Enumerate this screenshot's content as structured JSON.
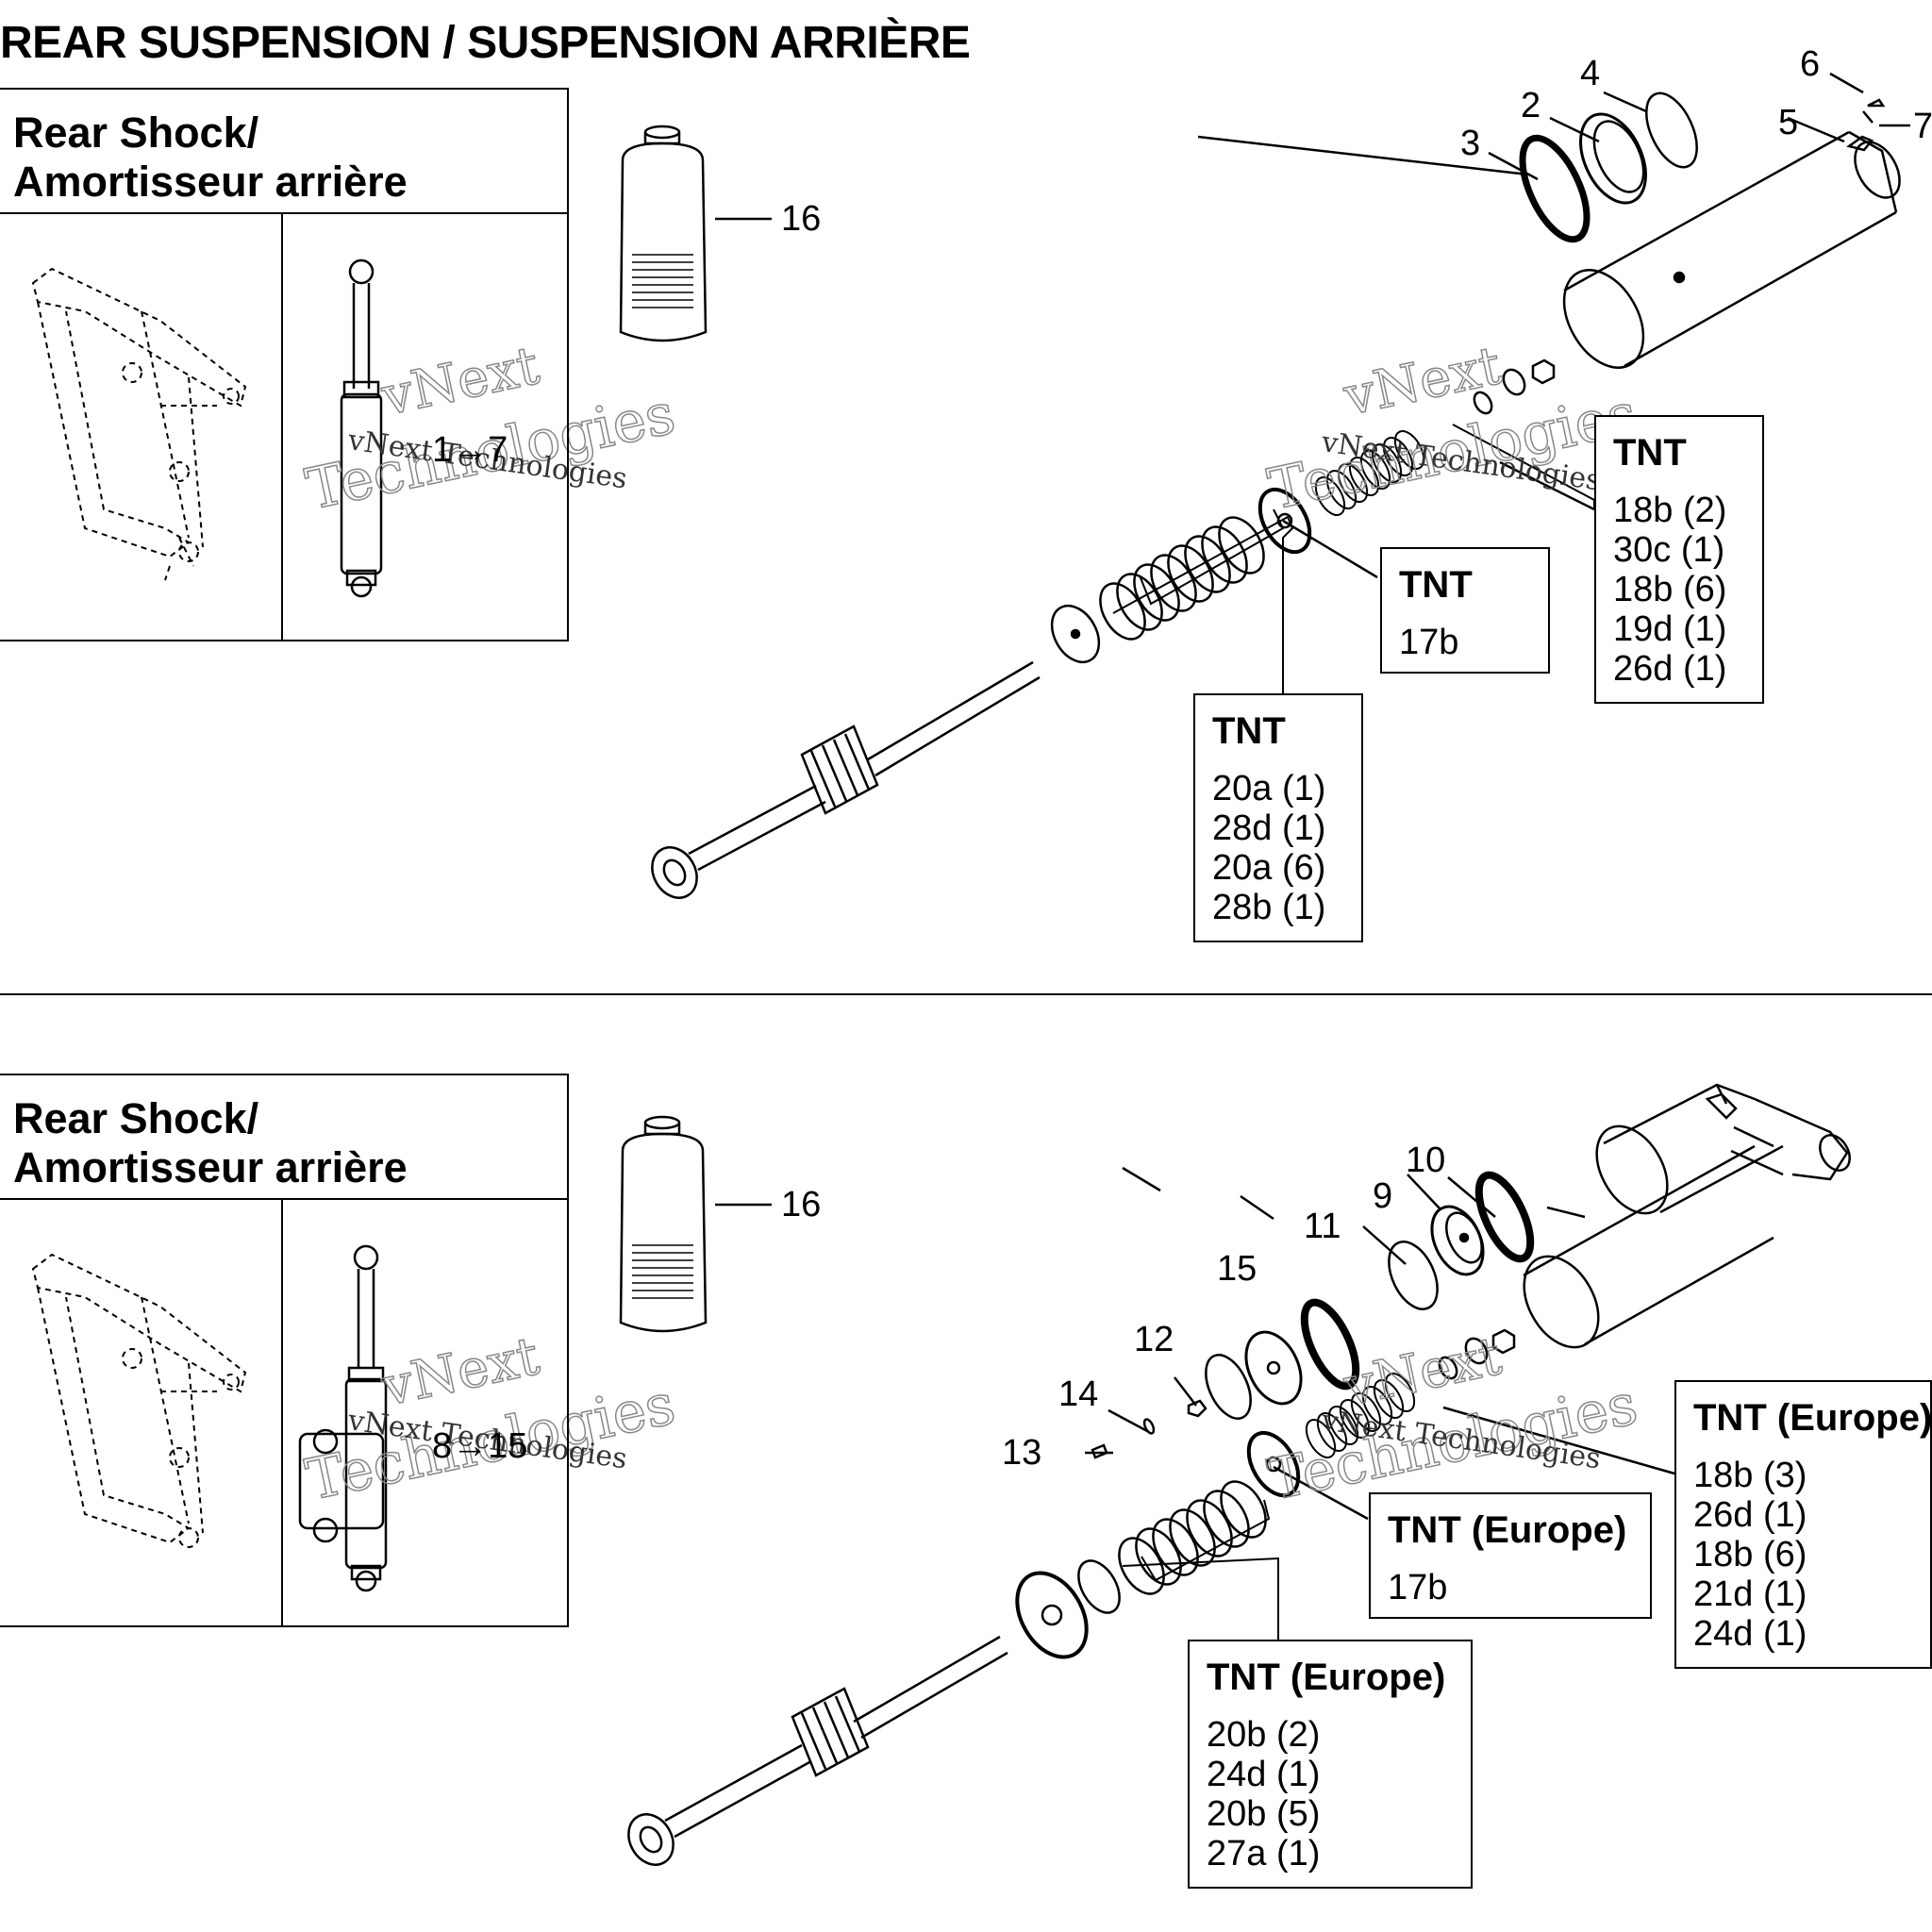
{
  "page_title": "REAR SUSPENSION / SUSPENSION ARRIÈRE",
  "top": {
    "panel_title_line1": "Rear Shock/",
    "panel_title_line2": "Amortisseur arrière",
    "range_label": "1→7",
    "callouts": [
      "2",
      "3",
      "4",
      "5",
      "6",
      "7",
      "16"
    ],
    "boxes": [
      {
        "heading": "TNT",
        "lines": [
          "18b (2)",
          "30c (1)",
          "18b (6)",
          "19d (1)",
          "26d (1)"
        ]
      },
      {
        "heading": "TNT",
        "lines": [
          "17b"
        ]
      },
      {
        "heading": "TNT",
        "lines": [
          "20a (1)",
          "28d (1)",
          "20a (6)",
          "28b (1)"
        ]
      }
    ]
  },
  "bottom": {
    "panel_title_line1": "Rear Shock/",
    "panel_title_line2": "Amortisseur arrière",
    "range_label": "8→15",
    "callouts": [
      "9",
      "10",
      "11",
      "12",
      "13",
      "14",
      "15",
      "16"
    ],
    "boxes": [
      {
        "heading": "TNT (Europe)",
        "lines": [
          "18b (3)",
          "26d (1)",
          "18b (6)",
          "21d (1)",
          "24d (1)"
        ]
      },
      {
        "heading": "TNT (Europe)",
        "lines": [
          "17b"
        ]
      },
      {
        "heading": "TNT (Europe)",
        "lines": [
          "20b (2)",
          "24d (1)",
          "20b (5)",
          "27a (1)"
        ]
      }
    ]
  },
  "watermark": {
    "line1": "vNext",
    "line2": "Technologies",
    "line3": "vNext Technologies"
  }
}
